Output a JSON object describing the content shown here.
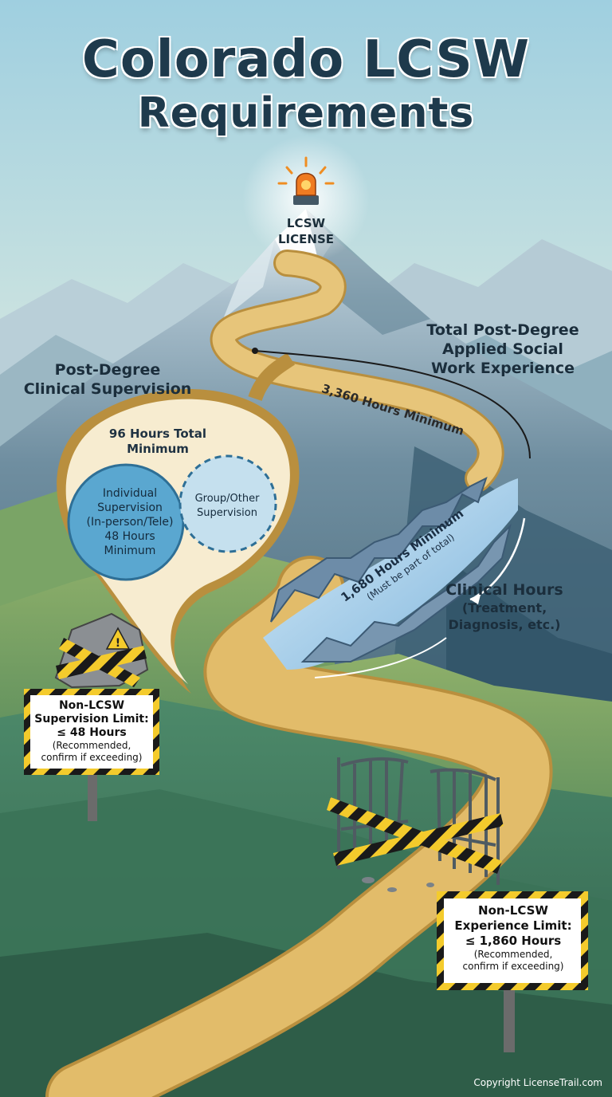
{
  "title": {
    "line1": "Colorado LCSW",
    "line2": "Requirements"
  },
  "summit": {
    "label_line1": "LCSW",
    "label_line2": "LICENSE",
    "icon": "siren-icon"
  },
  "experience": {
    "title_line1": "Total Post-Degree",
    "title_line2": "Applied Social",
    "title_line3": "Work Experience",
    "road_label": "3,360 Hours Minimum"
  },
  "supervision": {
    "title_line1": "Post-Degree",
    "title_line2": "Clinical Supervision",
    "total_line1": "96 Hours Total",
    "total_line2": "Minimum",
    "individual": {
      "line1": "Individual",
      "line2": "Supervision",
      "line3": "(In-person/Tele)",
      "line4": "48 Hours",
      "line5": "Minimum"
    },
    "group": {
      "line1": "Group/Other",
      "line2": "Supervision"
    }
  },
  "clinical": {
    "river_label": "1,680 Hours Minimum",
    "river_sub": "(Must be part of total)",
    "title": "Clinical Hours",
    "sub_line1": "(Treatment,",
    "sub_line2": "Diagnosis, etc.)"
  },
  "sign_supervision": {
    "line1": "Non-LCSW",
    "line2": "Supervision Limit:",
    "line3": "≤ 48 Hours",
    "note1": "(Recommended,",
    "note2": "confirm if exceeding)"
  },
  "sign_experience": {
    "line1": "Non-LCSW",
    "line2": "Experience Limit:",
    "line3": "≤ 1,860 Hours",
    "note1": "(Recommended,",
    "note2": "confirm if exceeding)"
  },
  "copyright": "Copyright LicenseTrail.com",
  "colors": {
    "sky_top": "#9fcfe0",
    "sky_bottom": "#eef3ea",
    "road": "#e2bc6a",
    "road_edge": "#b98f3e",
    "title": "#1e3a4c",
    "individual_circle": "#5aa7d0",
    "group_circle": "#c5e0ee",
    "river": "#8cc0e4",
    "warning_yellow": "#f4cb2c"
  }
}
